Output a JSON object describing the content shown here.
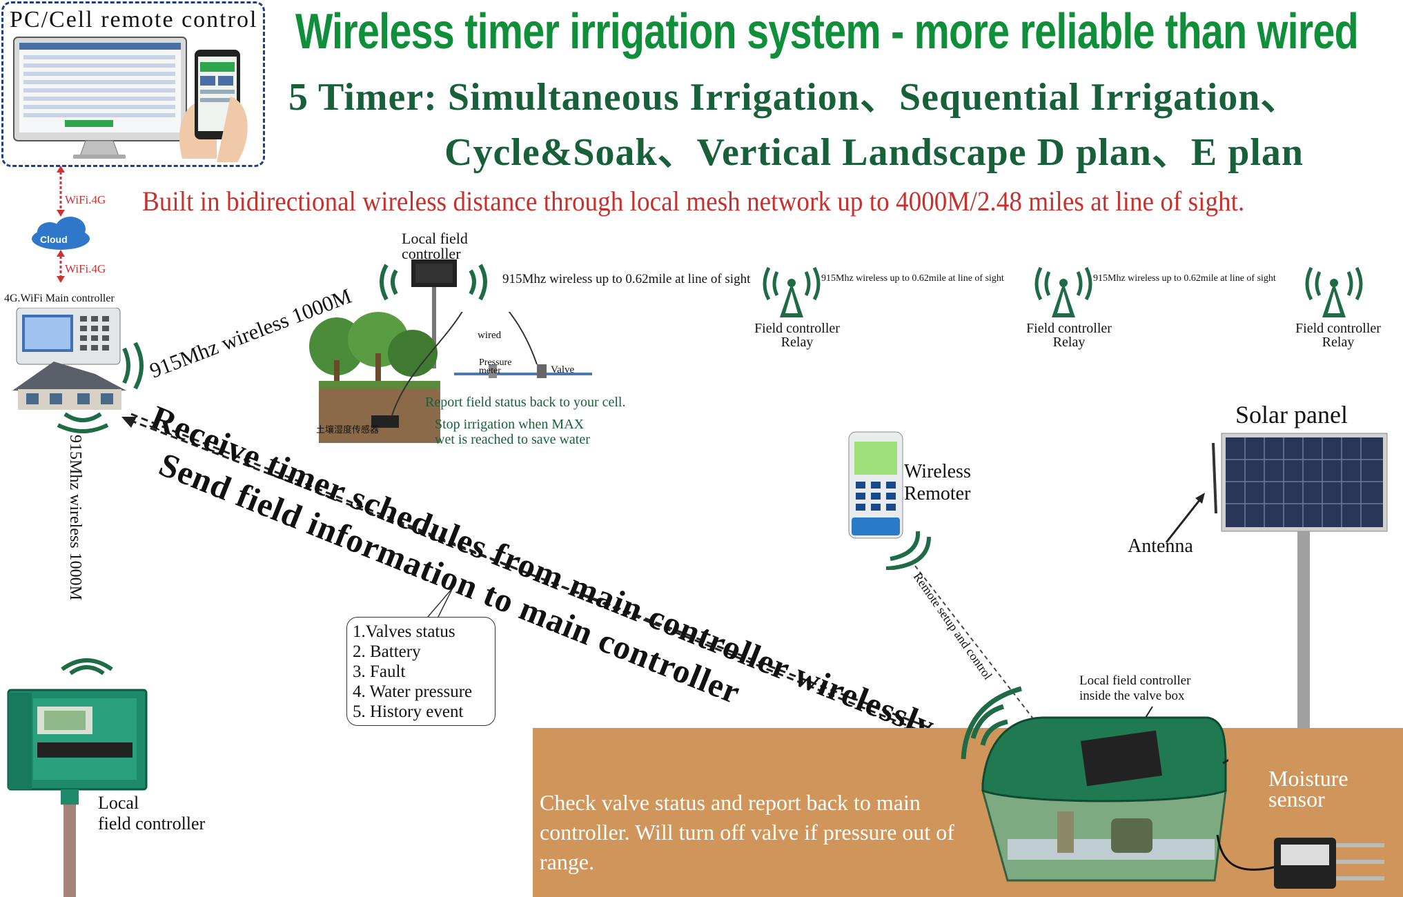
{
  "title": "Wireless timer irrigation system - more reliable than wired",
  "timer_line1": "5 Timer: Simultaneous Irrigation、Sequential Irrigation、",
  "timer_line2": "Cycle&Soak、Vertical Landscape D plan、E plan",
  "built_in": "Built in bidirectional wireless distance through local mesh network up to 4000M/2.48 miles at line of sight.",
  "pc_box": {
    "title": "PC/Cell remote control"
  },
  "left_column": {
    "wifi_top": "WiFi.4G",
    "cloud": "Cloud",
    "wifi_bottom": "WiFi.4G",
    "main_controller": "4G.WiFi Main controller",
    "link_vertical": "915Mhz wireless 1000M",
    "local_field_controller_line1": "Local",
    "local_field_controller_line2": "field controller"
  },
  "top_field": {
    "link_diagonal": "915Mhz wireless 1000M",
    "controller_line1": "Local field",
    "controller_line2": "controller",
    "wired": "wired",
    "pressure_line1": "Pressure",
    "pressure_line2": "meter",
    "valve": "Valve",
    "report": "Report field status back to your cell.",
    "sensor_cn": "土壤湿度传感器",
    "stop_line1": "Stop irrigation when MAX",
    "stop_line2": "wet is reached to save water"
  },
  "relay_chain": {
    "link1": "915Mhz wireless up to 0.62mile at line of sight",
    "link2": "915Mhz wireless up to 0.62mile at line of sight",
    "link3": "915Mhz wireless up to 0.62mile at line of sight",
    "relays": [
      {
        "line1": "Field controller",
        "line2": "Relay"
      },
      {
        "line1": "Field controller",
        "line2": "Relay"
      },
      {
        "line1": "Field controller",
        "line2": "Relay"
      }
    ]
  },
  "arrows": {
    "receive": "Receive timer schedules from main controller wirelessly",
    "send": "Send field information to main controller"
  },
  "info_list": [
    "1.Valves status",
    "2. Battery",
    "3. Fault",
    "4. Water pressure",
    "5. History event"
  ],
  "remote": {
    "label_line1": "Wireless",
    "label_line2": "Remoter",
    "link": "Remote setup and control"
  },
  "solar": {
    "label": "Solar panel",
    "antenna": "Antenna"
  },
  "valve_box": {
    "label_line1": "Local field controller",
    "label_line2": "inside the valve box",
    "ground_text": "Check valve status and report back to main controller. Will turn off valve if pressure out of range.",
    "moisture_line1": "Moisture",
    "moisture_line2": "sensor"
  },
  "colors": {
    "title_green": "#0f8f3a",
    "dark_green": "#17603a",
    "alert_red": "#c9302c",
    "signal_green": "#1f6b45",
    "ground": "#cf955a"
  }
}
